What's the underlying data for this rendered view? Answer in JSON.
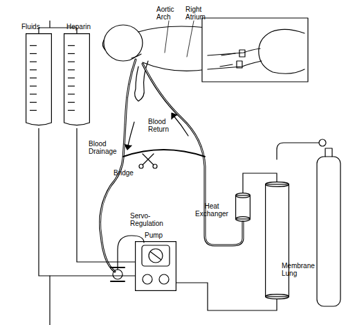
{
  "diagram": {
    "nodes": [
      {
        "text": [
          "Fluids"
        ]
      },
      {
        "text": [
          "Heparin"
        ]
      },
      {
        "text": [
          "Heat Exchanger"
        ]
      },
      {
        "text": [
          "Membrane Lung"
        ]
      },
      {
        "text": [
          "Pump"
        ]
      }
    ],
    "edges": [
      {
        "from": 0,
        "to": 4,
        "arrow": "none"
      },
      {
        "from": 1,
        "to": 4,
        "arrow": "none"
      },
      {
        "from": 4,
        "to": 3,
        "arrow": "none"
      },
      {
        "from": 3,
        "to": 2,
        "arrow": "none"
      }
    ],
    "labels": [
      "Aortic Arch",
      "Right Atrium",
      "Blood Drainage",
      "Blood Return",
      "Bridge",
      "Servo-Regulation"
    ]
  }
}
